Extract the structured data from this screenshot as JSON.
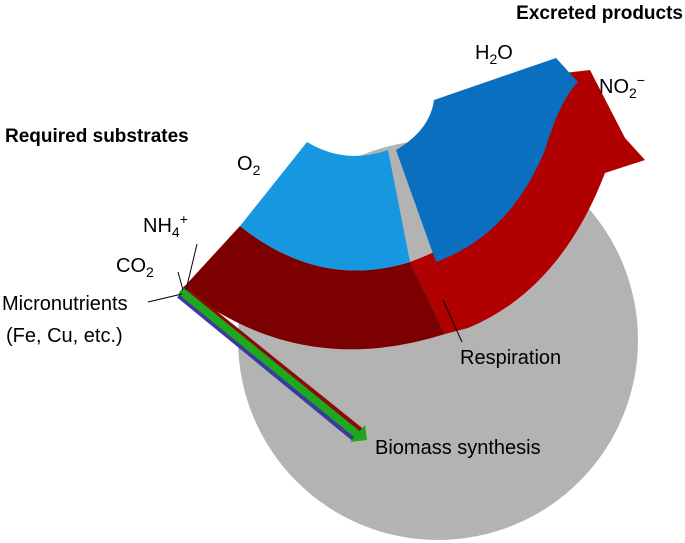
{
  "headings": {
    "excreted": "Excreted products",
    "required": "Required substrates"
  },
  "labels": {
    "h2o": {
      "base": "H",
      "sub": "2",
      "rest": "O"
    },
    "no2": {
      "base": "NO",
      "sub": "2",
      "sup": "−"
    },
    "o2": {
      "base": "O",
      "sub": "2"
    },
    "nh4": {
      "base": "NH",
      "sub": "4",
      "sup": "+"
    },
    "co2": {
      "base": "CO",
      "sub": "2"
    },
    "micro_line1": "Micronutrients",
    "micro_line2": "(Fe, Cu, etc.)",
    "respiration": "Respiration",
    "biomass": "Biomass synthesis"
  },
  "colors": {
    "cell": "#b3b3b3",
    "o2_light_blue": "#1797df",
    "h2o_dark_blue": "#0b6fbf",
    "nh4_dark_red": "#7d0000",
    "no2_red": "#b00000",
    "biomass_green": "#1ea81e",
    "biomass_red_edge": "#8c0a0a",
    "biomass_blue_edge": "#3a3aa0"
  }
}
